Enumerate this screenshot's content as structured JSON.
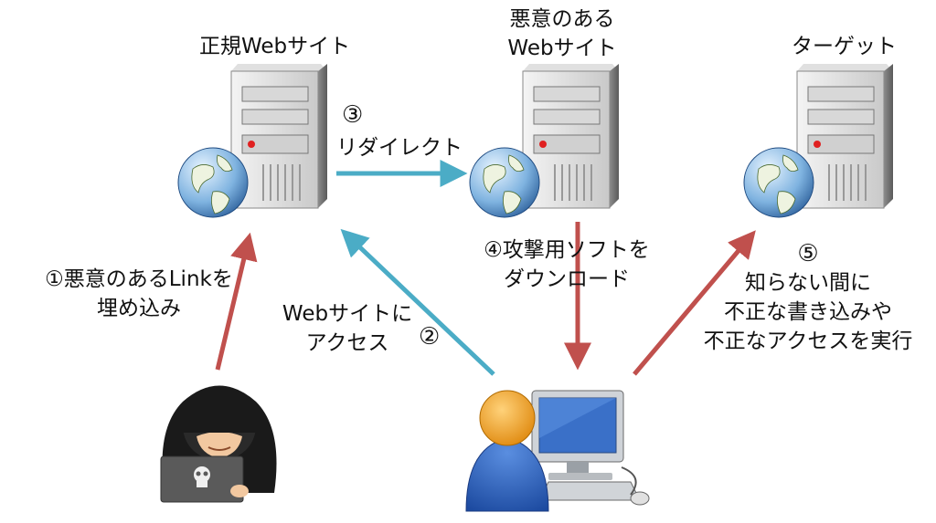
{
  "nodes": {
    "legit_site": {
      "title": "正規Webサイト"
    },
    "malicious_site": {
      "title_line1": "悪意のある",
      "title_line2": "Webサイト"
    },
    "target": {
      "title": "ターゲット"
    }
  },
  "steps": {
    "step1": {
      "line1": "①悪意のあるLinkを",
      "line2": "埋め込み"
    },
    "step2": {
      "num": "②",
      "line1": "Webサイトに",
      "line2": "アクセス"
    },
    "step3": {
      "num": "③",
      "text": "リダイレクト"
    },
    "step4": {
      "line1": "④攻撃用ソフトを",
      "line2": "ダウンロード"
    },
    "step5": {
      "num": "⑤",
      "line1": "知らない間に",
      "line2": "不正な書き込みや",
      "line3": "不正なアクセスを実行"
    }
  },
  "colors": {
    "red_arrow": "#c0504d",
    "blue_arrow": "#4bacc6"
  }
}
